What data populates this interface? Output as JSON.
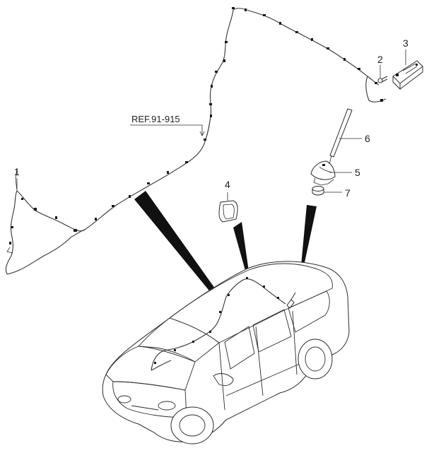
{
  "diagram": {
    "reference_label": "REF.91-915",
    "callouts": [
      {
        "id": "1",
        "text": "1"
      },
      {
        "id": "2",
        "text": "2"
      },
      {
        "id": "3",
        "text": "3"
      },
      {
        "id": "4",
        "text": "4"
      },
      {
        "id": "5",
        "text": "5"
      },
      {
        "id": "6",
        "text": "6"
      },
      {
        "id": "7",
        "text": "7"
      }
    ],
    "colors": {
      "line": "#2a2a2a",
      "pointer_wedge": "#111111",
      "background": "#ffffff"
    }
  }
}
